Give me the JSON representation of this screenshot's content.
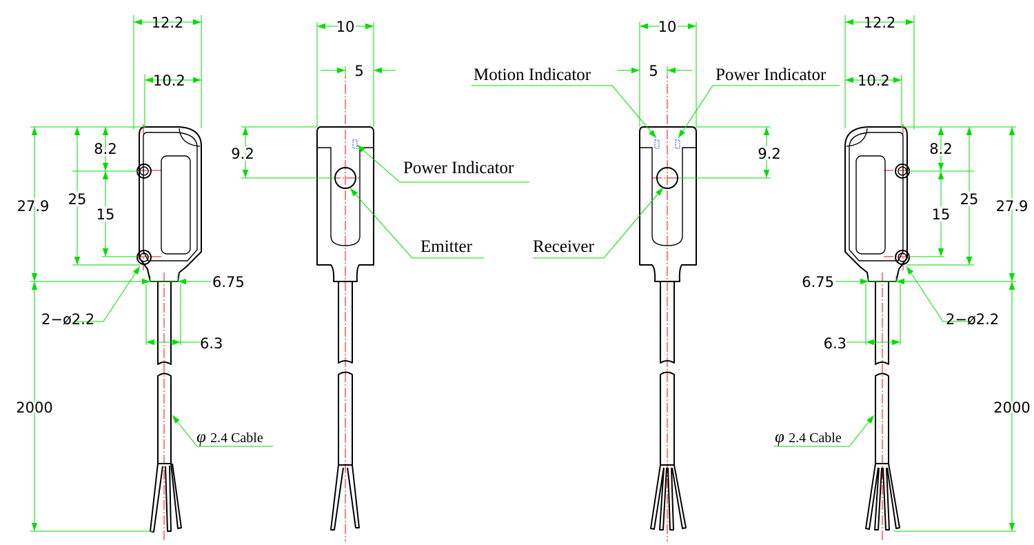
{
  "views": {
    "left_side": {
      "dim_width_outer": "12.2",
      "dim_width_inner": "10.2",
      "dim_height_total": "27.9",
      "dim_hole_span_total": "25",
      "dim_top_to_hole": "8.2",
      "dim_hole_pitch": "15",
      "dim_neck": "6.75",
      "dim_cable_width": "6.3",
      "dim_holes": "2−ø2.2",
      "dim_cable_length": "2000",
      "cable_label": "2.4 Cable",
      "cable_phi": "φ"
    },
    "emitter_front": {
      "dim_width": "10",
      "dim_half": "5",
      "dim_lens_height": "9.2",
      "power_indicator": "Power Indicator",
      "emitter": "Emitter"
    },
    "receiver_front": {
      "dim_width": "10",
      "dim_half": "5",
      "dim_lens_height": "9.2",
      "motion_indicator": "Motion Indicator",
      "power_indicator": "Power Indicator",
      "receiver": "Receiver"
    },
    "right_side": {
      "dim_width_outer": "12.2",
      "dim_width_inner": "10.2",
      "dim_height_total": "27.9",
      "dim_hole_span_total": "25",
      "dim_top_to_hole": "8.2",
      "dim_hole_pitch": "15",
      "dim_neck": "6.75",
      "dim_cable_width": "6.3",
      "dim_holes": "2−ø2.2",
      "dim_cable_length": "2000",
      "cable_label": "2.4 Cable",
      "cable_phi": "φ"
    }
  },
  "colors": {
    "outline": "#000000",
    "dimension": "#00dd00",
    "centerline": "#ff0000",
    "indicator_led": "#1a2fd6"
  }
}
